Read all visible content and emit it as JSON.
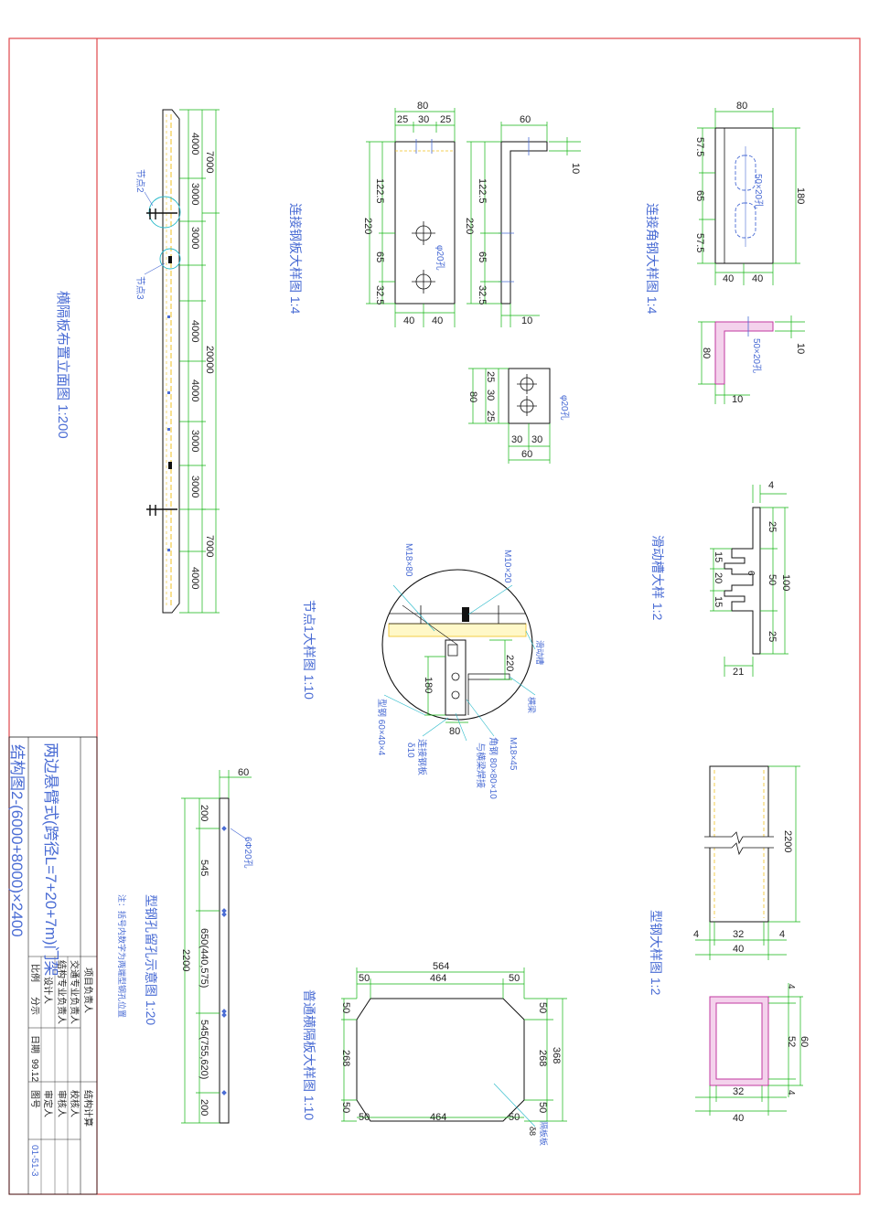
{
  "colors": {
    "frame": "#e0464b",
    "dim": "#12b512",
    "label": "#4a6cd4",
    "outline": "#111111",
    "hatch": "#c23aa0",
    "center": "#f0c020"
  },
  "title_block": {
    "project_title": "两边悬臂式(跨径L=7+20+7m)门架",
    "drawing_name": "结构图2-(6000+8000)×2400",
    "cells": {
      "project_lead": "项目负责人",
      "traffic_lead": "交通专业负责人",
      "struct_lead": "结构专业负责人",
      "designer": "设计人",
      "scale_label": "比例",
      "scale_value": "分示",
      "date_label": "日期",
      "date_value": "99.12",
      "drawing_no_label": "图号",
      "drawing_no_value": "01-51-3",
      "struct_calc": "结构计算",
      "checker": "校核人",
      "reviewer": "审核人",
      "approver": "审定人"
    }
  },
  "views": {
    "elevation": {
      "title": "横隔板布置立面图 1:200",
      "overall": "20000",
      "segments": [
        "4000",
        "3000",
        "3000",
        "4000",
        "4000",
        "3000",
        "3000",
        "4000"
      ],
      "sub_left": "7000",
      "sub_right": "7000",
      "node2": "节点2",
      "node3": "节点3"
    },
    "plate": {
      "title": "连接钢板大样图 1:4",
      "w": "80",
      "w_parts": [
        "25",
        "30",
        "25"
      ],
      "h": "220",
      "h_parts": [
        "122.5",
        "65",
        "32.5"
      ],
      "bottom": [
        "40",
        "40"
      ],
      "side_w": "60",
      "side_t": "10",
      "side_b": "10",
      "hole": "φ20孔",
      "top_h": "80",
      "top_parts": [
        "25",
        "30",
        "25"
      ],
      "top_w": "60",
      "top_wp": [
        "30",
        "30"
      ],
      "top_hole": "φ20孔"
    },
    "angle": {
      "title": "连接角钢大样图 1:4",
      "w": "80",
      "h": "180",
      "h_parts": [
        "57.5",
        "65",
        "57.5"
      ],
      "bottom": [
        "40",
        "40"
      ],
      "slot": "50×20孔",
      "sec_h": "80",
      "sec_t": "10",
      "sec_b": "10",
      "sec_slot": "50×20孔"
    },
    "groove": {
      "title": "滑动槽大样 1:2",
      "top": "4",
      "parts": [
        "25",
        "50",
        "25"
      ],
      "total": "100",
      "inner": [
        "15",
        "20",
        "15"
      ],
      "mid": "6",
      "bottom": "21"
    },
    "node1": {
      "title": "节点1大样图 1:10",
      "m18x80": "M18×80",
      "m10x20": "M10×20",
      "slide": "滑动槽",
      "dim220": "220",
      "dim180": "180",
      "dim80": "80",
      "beam": "横梁",
      "m18x45": "M18×45",
      "angle_note": "角钢 80×80×10",
      "angle_note2": "与横梁焊接",
      "steel_note": "型钢 60×40×4",
      "plate_note": "连接钢板",
      "plate_note2": "δ10"
    },
    "section_steel": {
      "title": "型钢大样图 1:2",
      "len": "2200",
      "w_parts": [
        "4",
        "32",
        "4"
      ],
      "w": "40",
      "h_parts": [
        "4",
        "52",
        "4"
      ],
      "h": "60",
      "bw_parts": "32",
      "bw": "40"
    },
    "holes": {
      "title": "型钢孔留孔示意图 1:20",
      "note": "注：括号内数字为两端型钢孔位置",
      "top": "60",
      "label_holes": "6Φ20孔",
      "segs": [
        "200",
        "545",
        "650(440,575)",
        "545(755,620)",
        "200"
      ],
      "total": "2200"
    },
    "diaphragm": {
      "title": "普通横隔板大样图 1:10",
      "top_total": "564",
      "top_parts": [
        "50",
        "464",
        "50"
      ],
      "left_parts": [
        "50",
        "268",
        "50"
      ],
      "right_total": "368",
      "right_parts": [
        "50",
        "268",
        "50"
      ],
      "bottom_parts": [
        "50",
        "464",
        "50"
      ],
      "plate": "隔板板",
      "delta": "δ8"
    }
  }
}
